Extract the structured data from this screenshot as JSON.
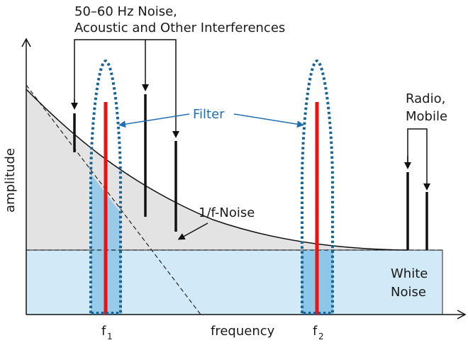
{
  "title_line1": "50–60 Hz Noise,",
  "title_line2": "Acoustic and Other Interferences",
  "filter_label": "Filter",
  "radio_line1": "Radio,",
  "radio_line2": "Mobile",
  "one_over_f_label": "1/f-Noise",
  "white_noise_line1": "White",
  "white_noise_line2": "Noise",
  "xlabel": "frequency",
  "ylabel": "amplitude",
  "f1_label": "f",
  "f1_sub": "1",
  "f2_label": "f",
  "f2_sub": "2",
  "colors": {
    "signal": "#ee1111",
    "filter": "#1a6496",
    "white_noise_fill": "#d2e9f7",
    "pink_noise_fill": "#e3e3e3",
    "passband_fill": "#8cc6e8",
    "annotation_blue": "#1f6fb2"
  }
}
